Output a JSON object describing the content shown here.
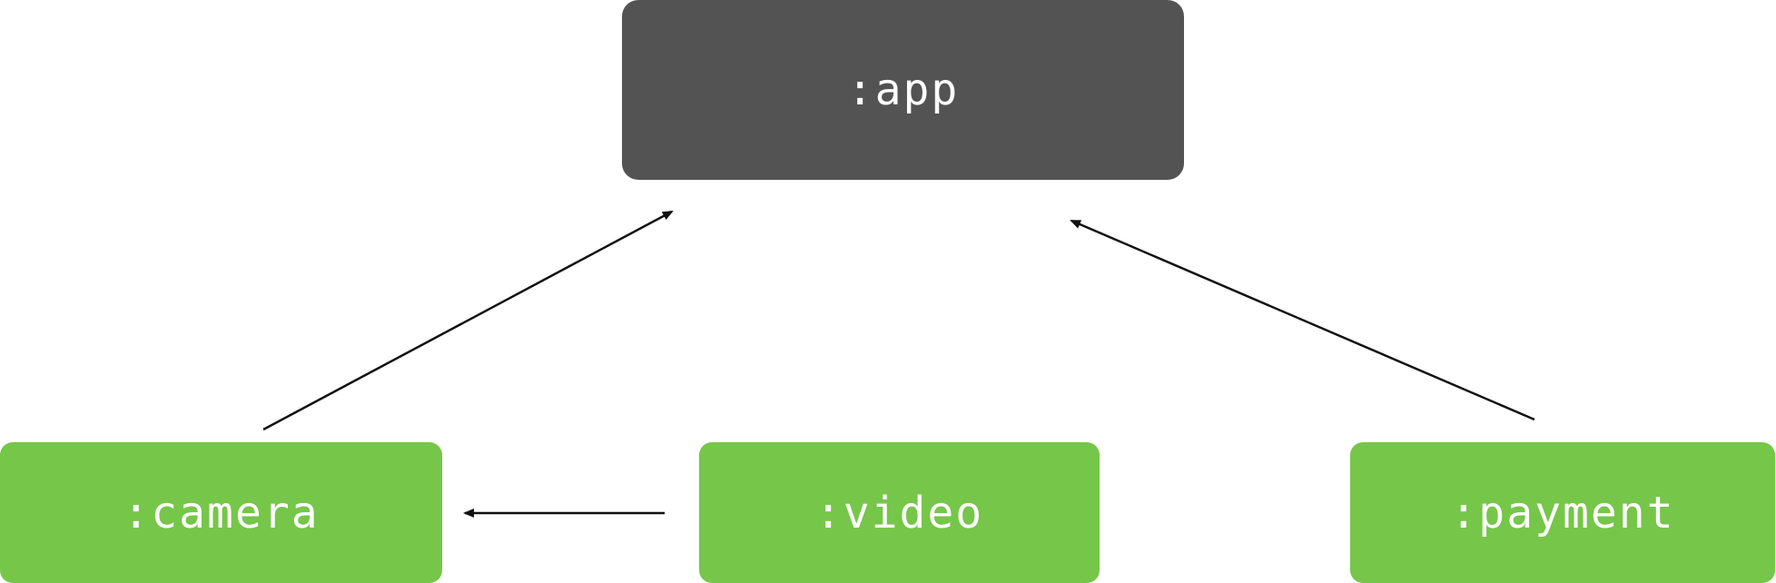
{
  "diagram": {
    "nodes": [
      {
        "id": "app",
        "label": ":app",
        "color": "#535353"
      },
      {
        "id": "camera",
        "label": ":camera",
        "color": "#76c649"
      },
      {
        "id": "video",
        "label": ":video",
        "color": "#76c649"
      },
      {
        "id": "payment",
        "label": ":payment",
        "color": "#76c649"
      }
    ],
    "edges": [
      {
        "from": "camera",
        "to": "app"
      },
      {
        "from": "payment",
        "to": "app"
      },
      {
        "from": "video",
        "to": "camera"
      }
    ],
    "edge_color": "#111111"
  }
}
